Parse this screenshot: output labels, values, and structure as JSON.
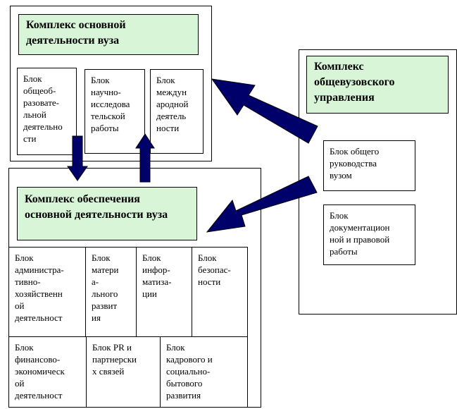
{
  "main": {
    "title": "Комплекс основной\nдеятельности вуза",
    "blocks": [
      "Блок\nобщеоб-\nразовате-\nльной\nдеятельно\nсти",
      "Блок\nнаучно-\nисследова\nтельской\nработы",
      "Блок\nмеждун\nародной\nдеятель\nности"
    ]
  },
  "support": {
    "title": "Комплекс обеспечения\nосновной деятельности вуза",
    "row1": [
      "Блок\nадминистра-\nтивно-\nхозяйственн\nой\nдеятельност",
      "Блок\nматери\nа-\nльного\nразвит\nия",
      "Блок\nинфор-\nматиза-\nции",
      "Блок\nбезопас-\nности"
    ],
    "row2": [
      "Блок\nфинансово-\nэкономическ\nой\nдеятельност",
      "Блок PR и\nпартнерски\nх связей",
      "Блок\nкадрового и\nсоциально-\nбытового\nразвития"
    ]
  },
  "management": {
    "title": "Комплекс\nобщевузовского\nуправления",
    "blocks": [
      "Блок общего\nруководства\nвузом",
      "Блок\nдокументацион\nной и правовой\nработы"
    ]
  },
  "colors": {
    "title_fill": "#d8f5d8",
    "arrow": "#00006b"
  }
}
